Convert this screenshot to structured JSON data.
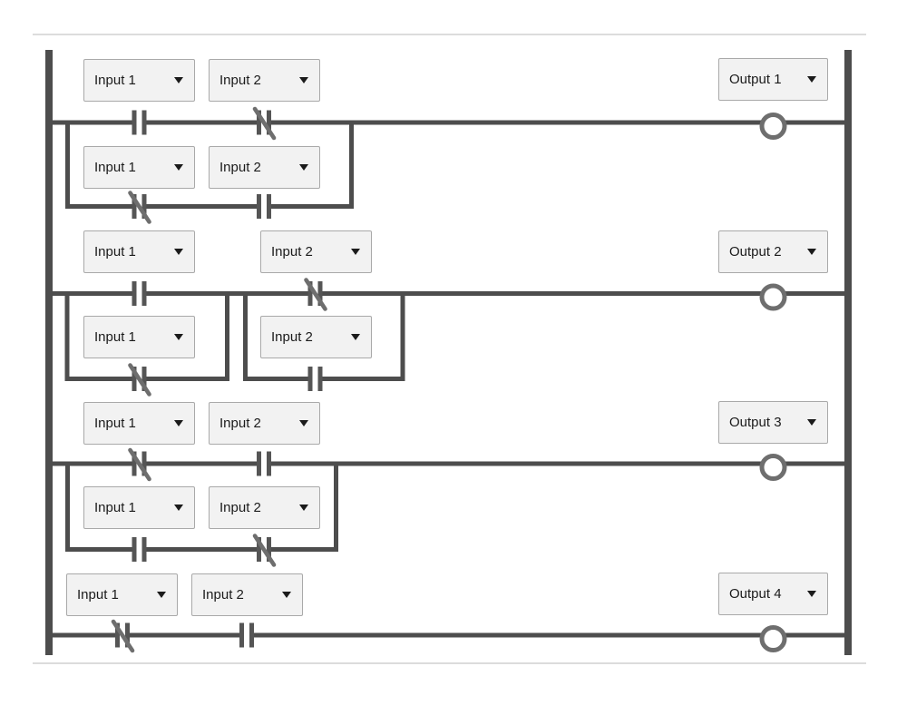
{
  "diagram": {
    "type": "ladder-logic-editor",
    "colors": {
      "wire": "#4d4d4d",
      "rail": "#4d4d4d",
      "contact_bar": "#555555",
      "symbol": "#6e6e6e",
      "select_bg": "#f2f2f2",
      "select_border": "#a9a9a9",
      "panel_border": "#dcdcdc"
    },
    "rungs": [
      {
        "output": {
          "value": "Output 1"
        },
        "main": [
          {
            "value": "Input 1",
            "contact": "normally-open"
          },
          {
            "value": "Input 2",
            "contact": "normally-closed"
          }
        ],
        "branches": [
          {
            "contacts": [
              {
                "value": "Input 1",
                "contact": "normally-closed"
              },
              {
                "value": "Input 2",
                "contact": "normally-open"
              }
            ]
          }
        ]
      },
      {
        "output": {
          "value": "Output 2"
        },
        "main": [
          {
            "value": "Input 1",
            "contact": "normally-open"
          },
          {
            "value": "Input 2",
            "contact": "normally-closed"
          }
        ],
        "branches": [
          {
            "contacts": [
              {
                "value": "Input 1",
                "contact": "normally-closed"
              }
            ]
          },
          {
            "contacts": [
              {
                "value": "Input 2",
                "contact": "normally-open"
              }
            ]
          }
        ]
      },
      {
        "output": {
          "value": "Output 3"
        },
        "main": [
          {
            "value": "Input 1",
            "contact": "normally-closed"
          },
          {
            "value": "Input 2",
            "contact": "normally-open"
          }
        ],
        "branches": [
          {
            "contacts": [
              {
                "value": "Input 1",
                "contact": "normally-open"
              },
              {
                "value": "Input 2",
                "contact": "normally-closed"
              }
            ]
          }
        ]
      },
      {
        "output": {
          "value": "Output 4"
        },
        "main": [
          {
            "value": "Input 1",
            "contact": "normally-closed"
          },
          {
            "value": "Input 2",
            "contact": "normally-open"
          }
        ],
        "branches": []
      }
    ]
  }
}
